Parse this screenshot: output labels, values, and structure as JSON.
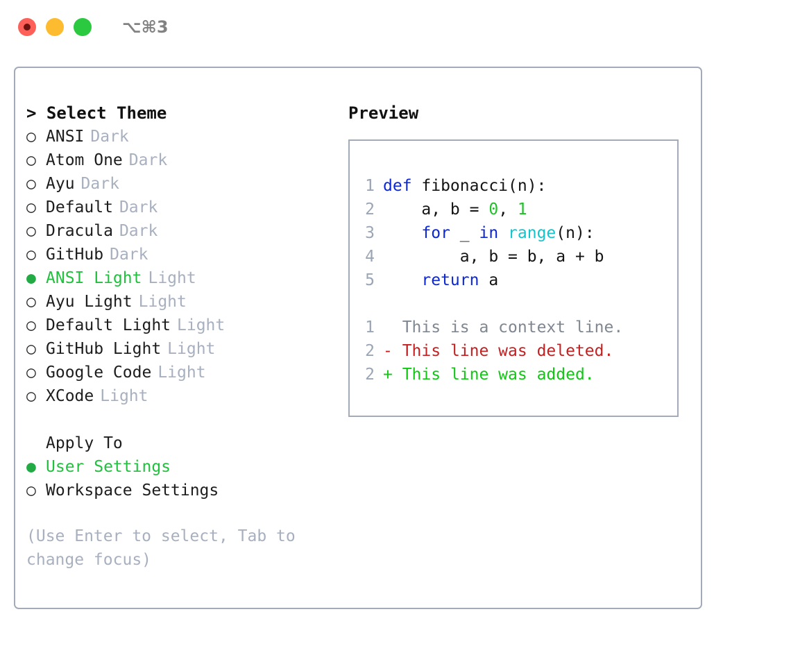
{
  "titlebar": {
    "shortcut": "⌥⌘3",
    "buttons": [
      {
        "name": "close",
        "color": "#fc6058"
      },
      {
        "name": "minimize",
        "color": "#fdbc2f"
      },
      {
        "name": "zoom",
        "color": "#2bc940"
      }
    ]
  },
  "theme_picker": {
    "heading": "> Select Theme",
    "selected_marker": "●",
    "unselected_marker": "○",
    "options": [
      {
        "label": "ANSI",
        "category": "Dark",
        "selected": false
      },
      {
        "label": "Atom One",
        "category": "Dark",
        "selected": false
      },
      {
        "label": "Ayu",
        "category": "Dark",
        "selected": false
      },
      {
        "label": "Default",
        "category": "Dark",
        "selected": false
      },
      {
        "label": "Dracula",
        "category": "Dark",
        "selected": false
      },
      {
        "label": "GitHub",
        "category": "Dark",
        "selected": false
      },
      {
        "label": "ANSI Light",
        "category": "Light",
        "selected": true
      },
      {
        "label": "Ayu Light",
        "category": "Light",
        "selected": false
      },
      {
        "label": "Default Light",
        "category": "Light",
        "selected": false
      },
      {
        "label": "GitHub Light",
        "category": "Light",
        "selected": false
      },
      {
        "label": "Google Code",
        "category": "Light",
        "selected": false
      },
      {
        "label": "XCode",
        "category": "Light",
        "selected": false
      }
    ]
  },
  "apply_to": {
    "heading": "Apply To",
    "options": [
      {
        "label": "User Settings",
        "selected": true
      },
      {
        "label": "Workspace Settings",
        "selected": false
      }
    ]
  },
  "hint": "(Use Enter to select, Tab to change focus)",
  "preview": {
    "title": "Preview",
    "code_lines": [
      {
        "number": "1",
        "tokens": [
          {
            "text": "def",
            "type": "kw"
          },
          {
            "text": " fibonacci(n):",
            "type": "plain"
          }
        ]
      },
      {
        "number": "2",
        "tokens": [
          {
            "text": "    a, b = ",
            "type": "plain"
          },
          {
            "text": "0",
            "type": "num"
          },
          {
            "text": ", ",
            "type": "plain"
          },
          {
            "text": "1",
            "type": "num"
          }
        ]
      },
      {
        "number": "3",
        "tokens": [
          {
            "text": "    ",
            "type": "plain"
          },
          {
            "text": "for",
            "type": "kw"
          },
          {
            "text": " _ ",
            "type": "plain"
          },
          {
            "text": "in",
            "type": "kw"
          },
          {
            "text": " ",
            "type": "plain"
          },
          {
            "text": "range",
            "type": "fn"
          },
          {
            "text": "(n):",
            "type": "plain"
          }
        ]
      },
      {
        "number": "4",
        "tokens": [
          {
            "text": "        a, b = b, a + b",
            "type": "plain"
          }
        ]
      },
      {
        "number": "5",
        "tokens": [
          {
            "text": "    ",
            "type": "plain"
          },
          {
            "text": "return",
            "type": "kw"
          },
          {
            "text": " a",
            "type": "plain"
          }
        ]
      }
    ],
    "diff_lines": [
      {
        "number": "1",
        "prefix": "  ",
        "text": "This is a context line.",
        "type": "ctx"
      },
      {
        "number": "2",
        "prefix": "- ",
        "text": "This line was deleted.",
        "type": "del"
      },
      {
        "number": "2",
        "prefix": "+ ",
        "text": "This line was added.",
        "type": "add"
      }
    ]
  },
  "colors": {
    "accent_green": "#22c03e",
    "muted": "#a8b0bf",
    "border": "#a3abba",
    "keyword": "#0b27d8",
    "function": "#12c5cc",
    "number": "#1ec128",
    "deleted": "#c32121",
    "added": "#11c714"
  }
}
